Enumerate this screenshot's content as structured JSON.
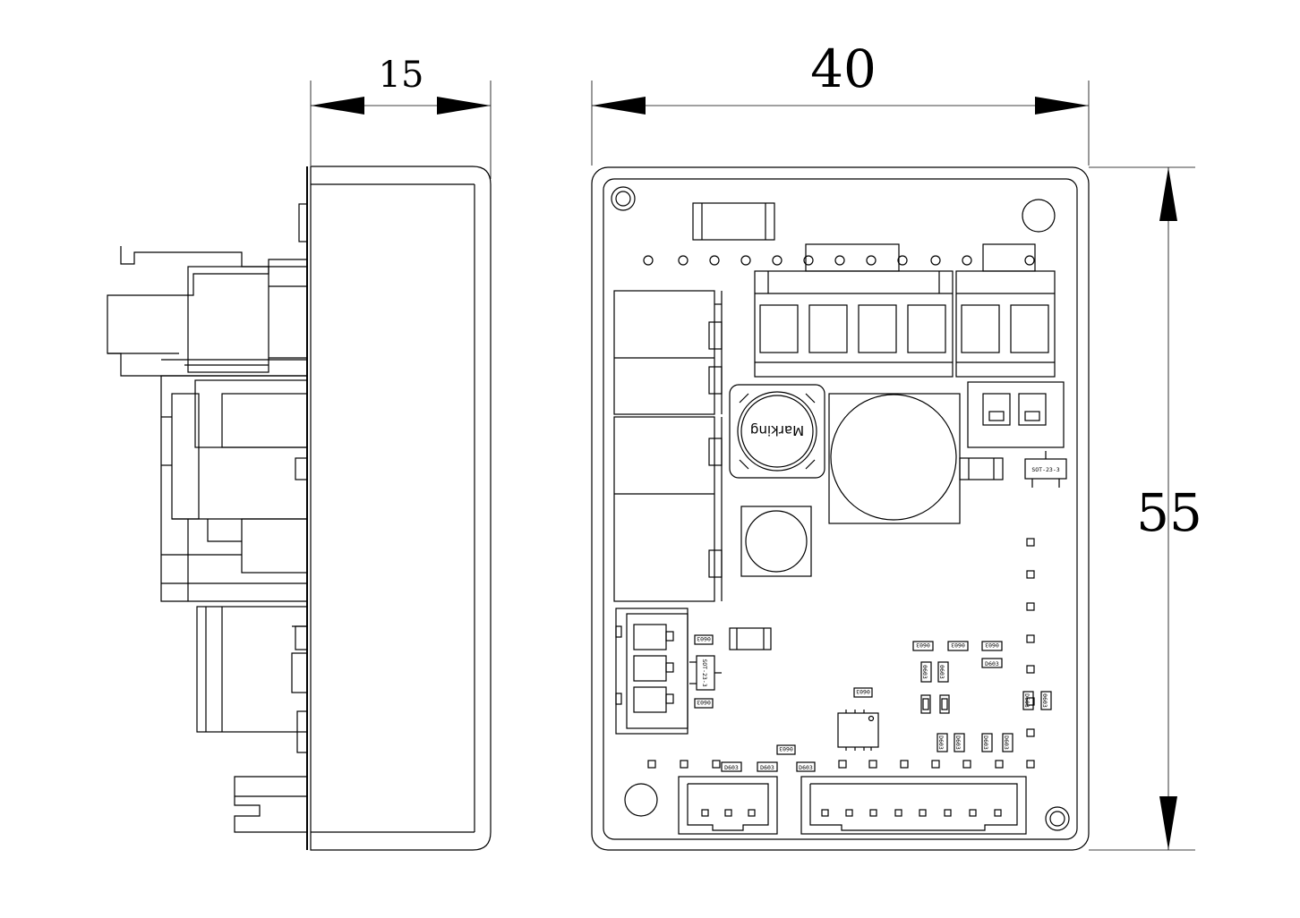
{
  "dimensions": {
    "side_width": "15",
    "front_width": "40",
    "front_height": "55"
  },
  "labels": {
    "inductor_marking": "Marking",
    "sot_top": "SOT-23-3",
    "sot_left": "SOT-23-3",
    "smd_0603": "0603",
    "smd_d603": "D603"
  }
}
